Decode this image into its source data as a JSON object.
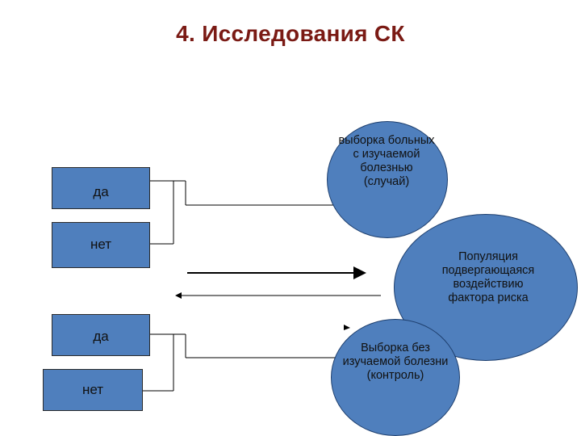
{
  "title": "4. Исследования СК",
  "boxes": {
    "top_yes": "да",
    "top_no": "нет",
    "bottom_yes": "да",
    "bottom_no": "нет"
  },
  "circles": {
    "cases": [
      "выборка больных",
      "с изучаемой",
      "болезнью",
      "(случай)"
    ],
    "population": [
      "Популяция",
      "подвергающаяся",
      "воздействию",
      "фактора риска"
    ],
    "controls": [
      "Выборка без",
      "изучаемой болезни",
      "(контроль)"
    ]
  },
  "colors": {
    "shape_fill": "#4f7fbd",
    "title": "#7a1a14"
  }
}
